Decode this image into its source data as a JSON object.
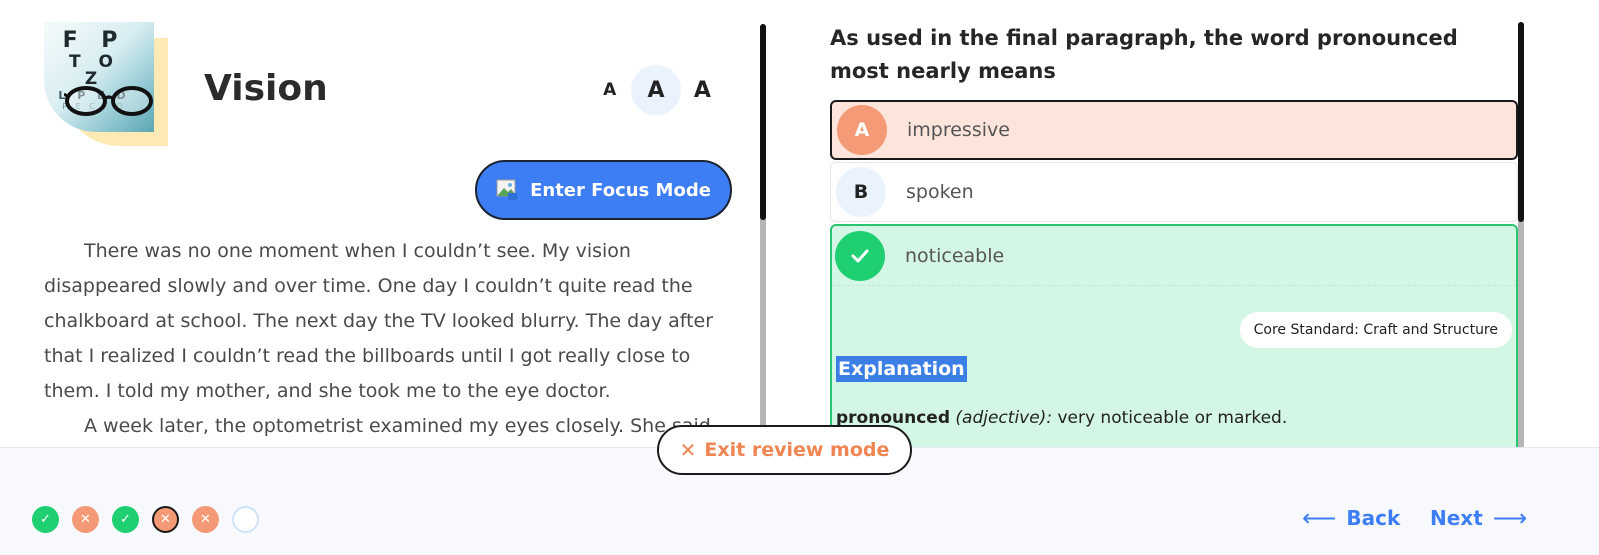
{
  "passage_header": {
    "title": "Vision",
    "thumbnail_letters": [
      "F  P",
      "T O Z",
      "L P E D",
      "P E C F D"
    ]
  },
  "font_size_controls": [
    "A",
    "A",
    "A"
  ],
  "focus_button": {
    "label": "Enter Focus Mode",
    "icon": "broken-image-icon"
  },
  "passage": {
    "paragraphs": [
      "There was no one moment when I couldn’t see. My vision disappeared slowly and over time. One day I couldn’t quite read the chalkboard at school. The next day the TV looked blurry. The day after that I realized I couldn’t read the billboards until I got really close to them. I told my mother, and she took me to the eye doctor.",
      "A week later, the optometrist examined my eyes closely. She said"
    ]
  },
  "question": {
    "prompt": "As used in the final paragraph, the word pronounced most nearly means",
    "options": [
      {
        "letter": "A",
        "text": "impressive",
        "state": "selected-wrong"
      },
      {
        "letter": "B",
        "text": "spoken",
        "state": "neutral"
      },
      {
        "letter": "",
        "text": "noticeable",
        "state": "correct"
      }
    ],
    "standard": "Core Standard: Craft and Structure",
    "explanation_title": "Explanation",
    "explanation": {
      "term": "pronounced",
      "pos": "(adjective):",
      "definition": "very noticeable or marked."
    }
  },
  "exit_button": {
    "label": "Exit review mode"
  },
  "progress": [
    "correct",
    "wrong",
    "correct",
    "wrong-current",
    "wrong",
    "empty"
  ],
  "nav": {
    "back": "Back",
    "next": "Next"
  },
  "colors": {
    "accent": "#3d7ef5",
    "correct": "#1fcf72",
    "wrong": "#f49a77",
    "exit": "#ef8552"
  }
}
